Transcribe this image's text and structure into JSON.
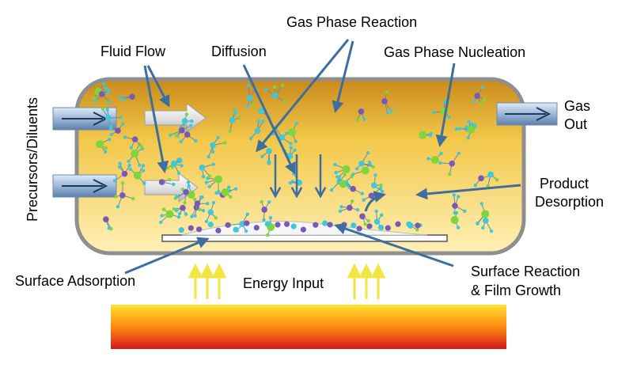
{
  "labels": {
    "gas_phase_reaction": "Gas Phase Reaction",
    "fluid_flow": "Fluid Flow",
    "diffusion": "Diffusion",
    "gas_phase_nucleation": "Gas Phase Nucleation",
    "precursors_diluents": "Precursors/Diluents",
    "gas_out_line1": "Gas",
    "gas_out_line2": "Out",
    "product_desorption_line1": "Product",
    "product_desorption_line2": "Desorption",
    "surface_adsorption": "Surface Adsorption",
    "energy_input": "Energy Input",
    "surface_reaction_line1": "Surface Reaction",
    "surface_reaction_line2": "& Film Growth"
  },
  "colors": {
    "chamber_top": "#c98a1a",
    "chamber_mid": "#f2c84a",
    "chamber_bottom": "#fff0b8",
    "chamber_border": "#8f8f8f",
    "arrow_blue": "#3e6e9f",
    "energy_arrow": "#f3e640",
    "heater_top": "#ffe030",
    "heater_mid": "#ff8a10",
    "heater_bottom": "#d4181a",
    "molecule_green": "#7fd63a",
    "molecule_purple": "#7858b8",
    "molecule_cyan": "#3ec8d8"
  },
  "icons": [
    "inlet-arrow-icon",
    "outlet-arrow-icon",
    "flow-arrow-icon",
    "energy-arrow-icon"
  ]
}
